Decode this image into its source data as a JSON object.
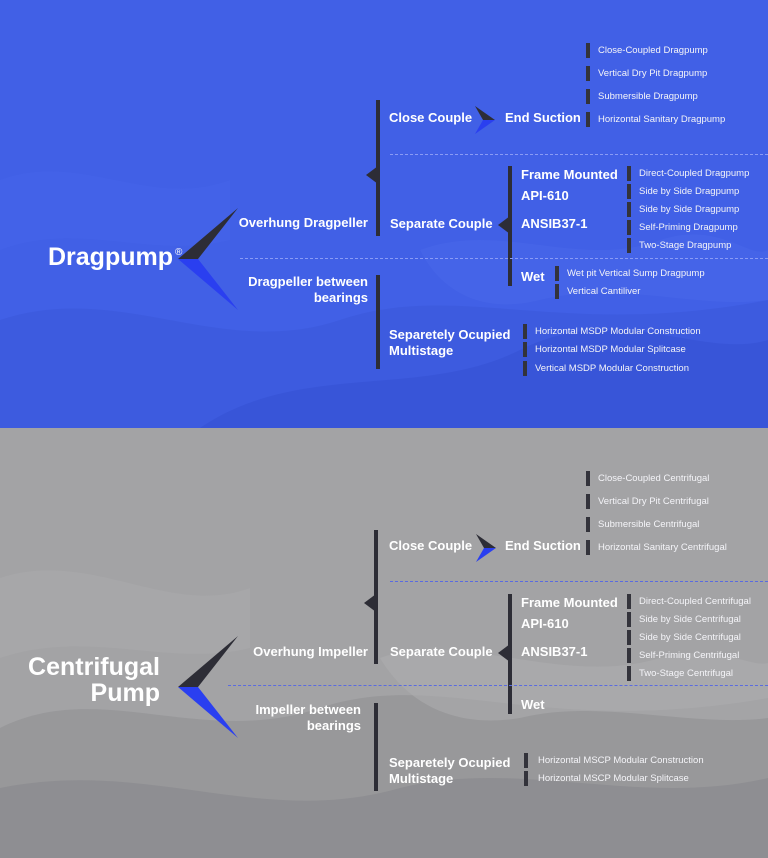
{
  "dragpump": {
    "root": "Dragpump",
    "root_mark": "®",
    "overhung": "Overhung Dragpeller",
    "between": [
      "Dragpeller between",
      "bearings"
    ],
    "close_couple": "Close Couple",
    "end_suction": "End Suction",
    "end_suction_items": [
      "Close-Coupled Dragpump",
      "Vertical Dry Pit Dragpump",
      "Submersible Dragpump",
      "Horizontal Sanitary Dragpump"
    ],
    "separate_couple": "Separate Couple",
    "frame_mounted": "Frame Mounted",
    "api": "API-610",
    "ansi": "ANSIB37-1",
    "frame_items": [
      "Direct-Coupled Dragpump",
      "Side by Side Dragpump",
      "Side by Side Dragpump",
      "Self-Priming  Dragpump",
      "Two-Stage Dragpump"
    ],
    "wet": "Wet",
    "wet_items": [
      "Wet pit Vertical Sump Dragpump",
      "Vertical Cantiliver"
    ],
    "multistage": [
      "Separetely Ocupied",
      "Multistage"
    ],
    "multistage_items": [
      "Horizontal MSDP Modular Construction",
      "Horizontal MSDP Modular Splitcase",
      "Vertical MSDP Modular Construction"
    ]
  },
  "centrifugal": {
    "root": [
      "Centrifugal",
      "Pump"
    ],
    "overhung": "Overhung Impeller",
    "between": [
      "Impeller between",
      "bearings"
    ],
    "close_couple": "Close Couple",
    "end_suction": "End Suction",
    "end_suction_items": [
      "Close-Coupled Centrifugal",
      "Vertical Dry Pit Centrifugal",
      "Submersible Centrifugal",
      "Horizontal Sanitary Centrifugal"
    ],
    "separate_couple": "Separate Couple",
    "frame_mounted": "Frame Mounted",
    "api": "API-610",
    "ansi": "ANSIB37-1",
    "frame_items": [
      "Direct-Coupled Centrifugal",
      "Side by Side Centrifugal",
      "Side by Side Centrifugal",
      "Self-Priming  Centrifugal",
      "Two-Stage Centrifugal"
    ],
    "wet": "Wet",
    "multistage": [
      "Separetely Ocupied",
      "Multistage"
    ],
    "multistage_items": [
      "Horizontal MSCP Modular Construction",
      "Horizontal MSCP Modular Splitcase"
    ]
  },
  "colors": {
    "top_background": "#4160e6",
    "bottom_background": "#a3a3a5",
    "accent_blue": "#2a3ff0",
    "connector_dark": "#2d2d36",
    "text": "#ffffff"
  }
}
